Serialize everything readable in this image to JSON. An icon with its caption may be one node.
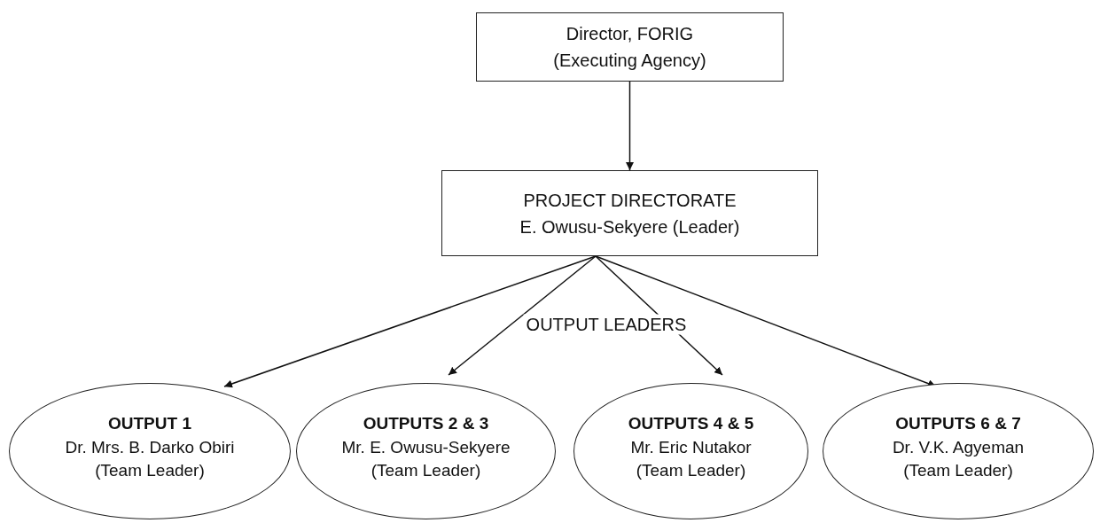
{
  "diagram": {
    "nodes": [
      {
        "text": [
          "Director, FORIG",
          "(Executing Agency)"
        ]
      },
      {
        "text": [
          "PROJECT DIRECTORATE",
          "E. Owusu-Sekyere (Leader)"
        ]
      },
      {
        "text": [
          "OUTPUT 1",
          "Dr. Mrs. B. Darko Obiri",
          "(Team Leader)"
        ]
      },
      {
        "text": [
          "OUTPUTS 2 & 3",
          "Mr. E. Owusu-Sekyere",
          "(Team Leader)"
        ]
      },
      {
        "text": [
          "OUTPUTS 4 & 5",
          "Mr. Eric Nutakor",
          "(Team Leader)"
        ]
      },
      {
        "text": [
          "OUTPUTS 6 & 7",
          "Dr. V.K. Agyeman",
          "(Team Leader)"
        ]
      }
    ],
    "edges": [
      {
        "from": 0,
        "to": 1,
        "arrow": "to"
      },
      {
        "from": 1,
        "to": 2,
        "arrow": "to"
      },
      {
        "from": 1,
        "to": 3,
        "arrow": "to"
      },
      {
        "from": 1,
        "to": 4,
        "arrow": "to"
      },
      {
        "from": 1,
        "to": 5,
        "arrow": "to"
      }
    ],
    "labels": [
      "OUTPUT LEADERS"
    ]
  }
}
